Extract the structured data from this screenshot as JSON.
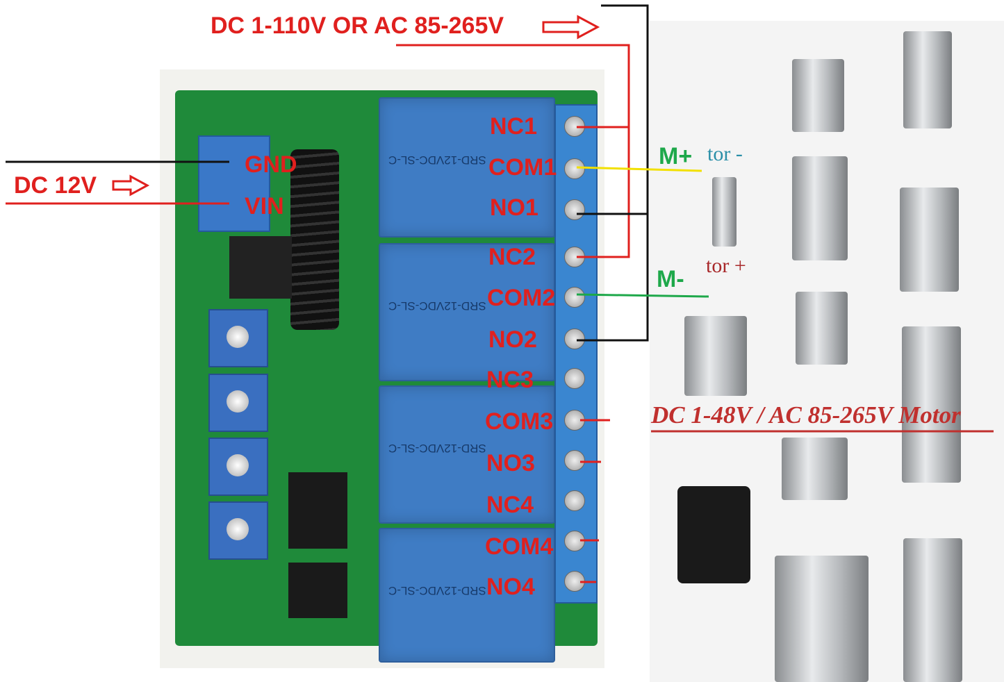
{
  "supply_label": "DC 1-110V OR AC 85-265V",
  "power_label": "DC 12V",
  "power_terminals": [
    "GND",
    "VIN"
  ],
  "relay_terminals": [
    "NC1",
    "COM1",
    "NO1",
    "NC2",
    "COM2",
    "NO2",
    "NC3",
    "COM3",
    "NO3",
    "NC4",
    "COM4",
    "NO4"
  ],
  "motor_terminals": {
    "plus": "M+",
    "minus": "M-"
  },
  "motor_partial_labels": {
    "minus": "tor -",
    "plus": "tor +"
  },
  "motor_caption": "DC 1-48V / AC 85-265V Motor",
  "relay_model": "SRD-12VDC-SL-C",
  "colors": {
    "label_red": "#e0201e",
    "label_green": "#1ea84a",
    "wire_yellow": "#f2e000",
    "pcb_green": "#1f8a3a",
    "relay_blue": "#3f7cc4"
  }
}
